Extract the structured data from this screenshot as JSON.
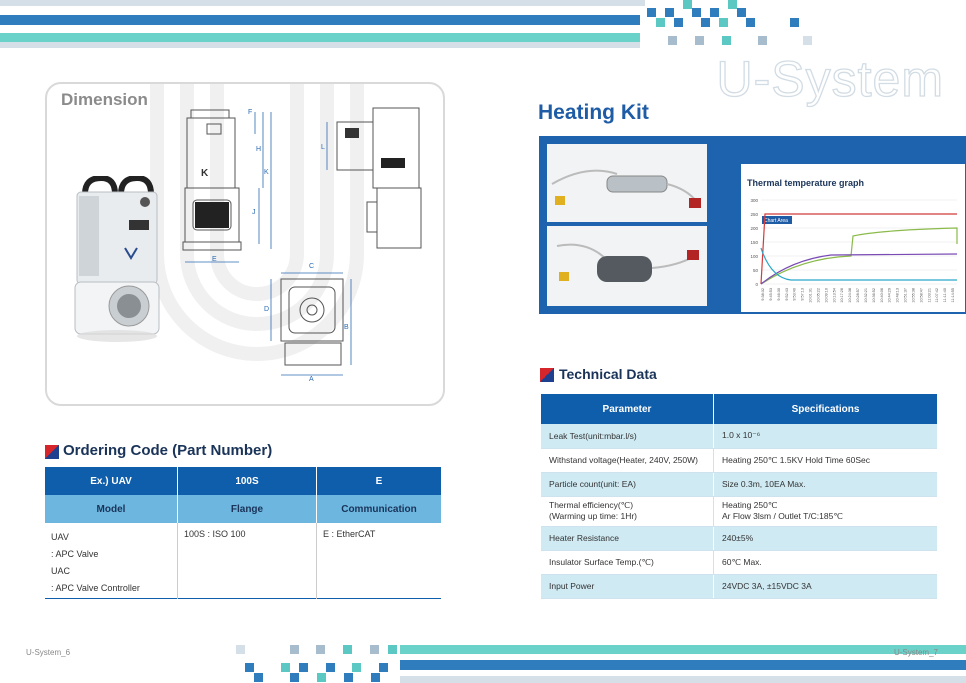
{
  "watermark": "U-System",
  "dimension": {
    "title": "Dimension",
    "labels": [
      "F",
      "H",
      "K",
      "J",
      "E",
      "L",
      "C",
      "D",
      "B",
      "A"
    ]
  },
  "heating_kit": {
    "title": "Heating Kit",
    "graph_title": "Thermal temperature graph",
    "chart_area_label": "Chart Area",
    "y_ticks": [
      "300",
      "250",
      "200",
      "150",
      "100",
      "50",
      "0"
    ],
    "x_ticks": [
      "9:38:32",
      "9:45:53",
      "9:46:30",
      "9:52:43",
      "9:53:40",
      "9:57:13",
      "10:01:31",
      "10:05:22",
      "10:09:10",
      "10:13:54",
      "10:17:26",
      "10:24:38",
      "10:28:57",
      "10:32:21",
      "10:36:52",
      "10:40:06",
      "10:44:29",
      "10:48:13",
      "10:51:37",
      "10:55:38",
      "10:58:47",
      "11:03:21",
      "11:07:42",
      "11:11:40",
      "11:14:55"
    ]
  },
  "technical_data": {
    "title": "Technical Data",
    "headers": [
      "Parameter",
      "Specifications"
    ],
    "rows": [
      [
        "Leak Test(unit:mbar.l/s)",
        "1.0 x 10⁻⁶"
      ],
      [
        "Withstand voltage(Heater, 240V, 250W)",
        "Heating 250℃ 1.5KV Hold Time 60Sec"
      ],
      [
        "Particle count(unit: EA)",
        "Size 0.3m, 10EA Max."
      ],
      [
        "Thermal efficiency(℃)",
        "Heating 250℃"
      ],
      [
        "(Warming up time: 1Hr)",
        "Ar Flow 3lsm / Outlet T/C:185℃"
      ],
      [
        "Heater Resistance",
        "240±5%"
      ],
      [
        "Insulator Surface Temp.(℃)",
        "60℃ Max."
      ],
      [
        "Input Power",
        "24VDC 3A, ±15VDC 3A"
      ]
    ]
  },
  "ordering_code": {
    "title": "Ordering Code (Part Number)",
    "header_top": [
      "Ex.) UAV",
      "100S",
      "E"
    ],
    "header_sub": [
      "Model",
      "Flange",
      "Communication"
    ],
    "col1": [
      "UAV",
      ": APC Valve",
      "UAC",
      ": APC Valve Controller"
    ],
    "col2": [
      "100S : ISO 100"
    ],
    "col3": [
      "E : EtherCAT"
    ]
  },
  "footer": {
    "left": "U-System_6",
    "right": "U-System_7"
  }
}
